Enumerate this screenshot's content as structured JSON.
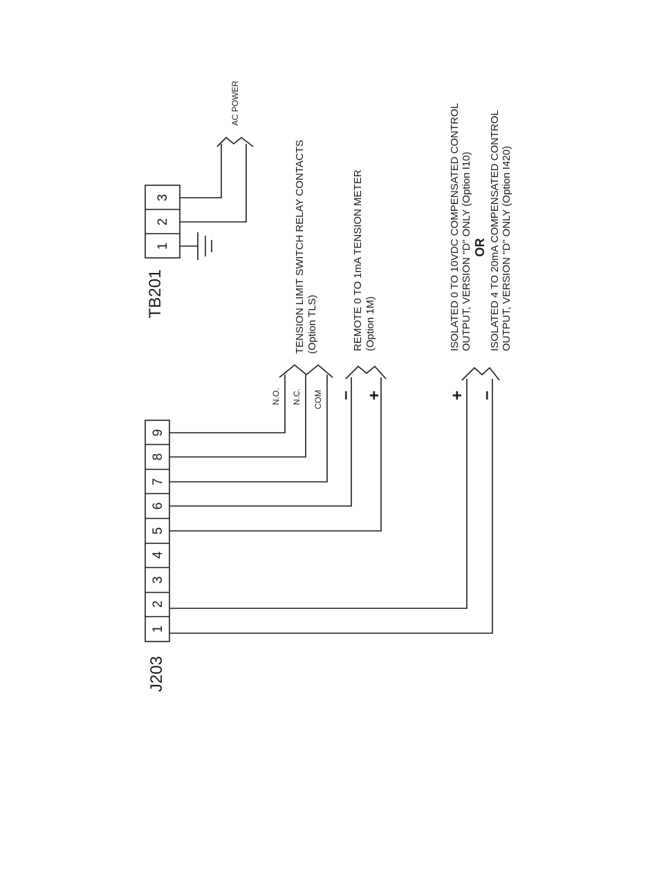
{
  "j203": {
    "label": "J203",
    "terminals": [
      "1",
      "2",
      "3",
      "4",
      "5",
      "6",
      "7",
      "8",
      "9"
    ]
  },
  "tb201": {
    "label": "TB201",
    "terminals": [
      "1",
      "2",
      "3"
    ]
  },
  "ac_power": {
    "label": "AC POWER"
  },
  "relay": {
    "pins": {
      "no": "N.O.",
      "nc": "N.C.",
      "com": "COM"
    },
    "line1": "TENSION LIMIT SWITCH RELAY CONTACTS",
    "line2": "(Option TLS)"
  },
  "meter": {
    "minus": "–",
    "plus": "+",
    "line1": "REMOTE 0 TO 1mA TENSION METER",
    "line2": "(Option 1M)"
  },
  "isolated": {
    "plus": "+",
    "minus": "–",
    "a_line1": "ISOLATED 0 TO 10VDC COMPENSATED CONTROL",
    "a_line2": "OUTPUT, VERSION \"D\" ONLY (Option I10)",
    "or": "OR",
    "b_line1": "ISOLATED 4 TO 20mA COMPENSATED CONTROL",
    "b_line2": "OUTPUT, VERSION \"D\" ONLY  (Option I420)"
  }
}
